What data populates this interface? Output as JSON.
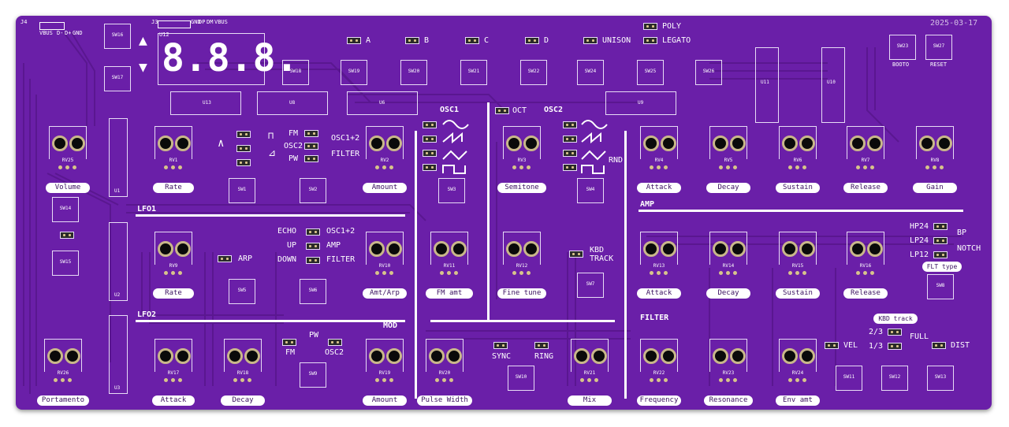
{
  "board": {
    "color": "#6a1fa8",
    "silk_color": "#ffffff",
    "date": "2025-03-17"
  },
  "display": {
    "chip": "U12",
    "digits": "8.8.8.",
    "up_arrow": "▲",
    "down_arrow": "▼"
  },
  "connectors": {
    "j4": "J4",
    "j4_pins": [
      "VBUS",
      "D-",
      "D+",
      "GND"
    ],
    "j3": "J3",
    "j3_pins": [
      "GND",
      "DP",
      "DM",
      "VBUS"
    ]
  },
  "voice_modes": [
    "A",
    "B",
    "C",
    "D",
    "UNISON"
  ],
  "play_modes": [
    "POLY",
    "LEGATO"
  ],
  "switches_top": [
    "SW16",
    "SW17",
    "SW18",
    "SW19",
    "SW20",
    "SW21",
    "SW22",
    "SW24",
    "SW25",
    "SW26"
  ],
  "boot_reset": [
    {
      "sw": "SW23",
      "label": "BOOTO"
    },
    {
      "sw": "SW27",
      "label": "RESET"
    }
  ],
  "chips": [
    "U13",
    "U8",
    "U6",
    "U9",
    "U11",
    "U10",
    "U1",
    "U2",
    "U3"
  ],
  "osc1": {
    "title": "OSC1"
  },
  "osc2": {
    "title": "OSC2",
    "oct": "OCT",
    "rnd": "RND"
  },
  "lfo1": {
    "title": "LFO1",
    "shapes": [
      "∧",
      "⊓",
      "⊿"
    ],
    "dest_left": [
      "FM",
      "OSC2",
      "PW"
    ],
    "dest_right": [
      "OSC1+2",
      "FILTER"
    ]
  },
  "arp": {
    "label": "ARP",
    "modes": [
      "ECHO",
      "UP",
      "DOWN"
    ],
    "dests": [
      "OSC1+2",
      "AMP",
      "FILTER"
    ]
  },
  "lfo2": {
    "title": "LFO2"
  },
  "mod": {
    "title": "MOD",
    "pw": "PW",
    "fm": "FM",
    "osc2": "OSC2"
  },
  "sync_ring": [
    "SYNC",
    "RING"
  ],
  "kbd_track": {
    "label_line1": "KBD",
    "label_line2": "TRACK"
  },
  "amp": {
    "title": "AMP"
  },
  "filter": {
    "title": "FILTER",
    "types": [
      "HP24",
      "LP24",
      "LP12"
    ],
    "type_groups": [
      "BP",
      "NOTCH"
    ],
    "flt_type_label": "FLT type",
    "kbd_track_label": "KBD track",
    "kbd_track_opts": [
      "2/3",
      "1/3"
    ],
    "kbd_full": "FULL",
    "vel": "VEL",
    "dist": "DIST"
  },
  "pots": [
    {
      "rv": "RV25",
      "label": "Volume"
    },
    {
      "rv": "RV1",
      "label": "Rate"
    },
    {
      "rv": "RV2",
      "label": "Amount"
    },
    {
      "rv": "RV3",
      "label": "Semitone"
    },
    {
      "rv": "RV4",
      "label": "Attack"
    },
    {
      "rv": "RV5",
      "label": "Decay"
    },
    {
      "rv": "RV6",
      "label": "Sustain"
    },
    {
      "rv": "RV7",
      "label": "Release"
    },
    {
      "rv": "RV8",
      "label": "Gain"
    },
    {
      "rv": "RV9",
      "label": "Rate"
    },
    {
      "rv": "RV10",
      "label": "Amt/Arp"
    },
    {
      "rv": "RV11",
      "label": "FM amt"
    },
    {
      "rv": "RV12",
      "label": "Fine tune"
    },
    {
      "rv": "RV13",
      "label": "Attack"
    },
    {
      "rv": "RV14",
      "label": "Decay"
    },
    {
      "rv": "RV15",
      "label": "Sustain"
    },
    {
      "rv": "RV16",
      "label": "Release"
    },
    {
      "rv": "RV26",
      "label": "Portamento"
    },
    {
      "rv": "RV17",
      "label": "Attack"
    },
    {
      "rv": "RV18",
      "label": "Decay"
    },
    {
      "rv": "RV19",
      "label": "Amount"
    },
    {
      "rv": "RV20",
      "label": "Pulse Width"
    },
    {
      "rv": "RV21",
      "label": "Mix"
    },
    {
      "rv": "RV22",
      "label": "Frequency"
    },
    {
      "rv": "RV23",
      "label": "Resonance"
    },
    {
      "rv": "RV24",
      "label": "Env amt"
    }
  ],
  "switches_mid": [
    "SW14",
    "SW15",
    "SW1",
    "SW2",
    "SW3",
    "SW4",
    "SW5",
    "SW6",
    "SW7",
    "SW8",
    "SW9",
    "SW10",
    "SW11",
    "SW12",
    "SW13"
  ]
}
